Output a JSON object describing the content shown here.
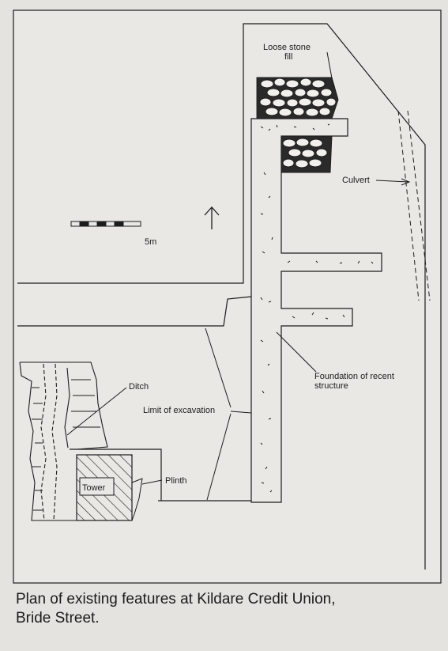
{
  "labels": {
    "loose_stone": [
      "Loose stone",
      "fill"
    ],
    "culvert": "Culvert",
    "scale": "5m",
    "ditch": "Ditch",
    "limit": "Limit of excavation",
    "foundation": [
      "Foundation of recent",
      "structure"
    ],
    "tower": "Tower",
    "plinth": "Plinth"
  },
  "caption": [
    "Plan of existing features at Kildare Credit Union,",
    "Bride Street."
  ],
  "colors": {
    "ink": "#1c1c1c",
    "paper": "#e9e8e4",
    "background": "#e4e3df"
  }
}
